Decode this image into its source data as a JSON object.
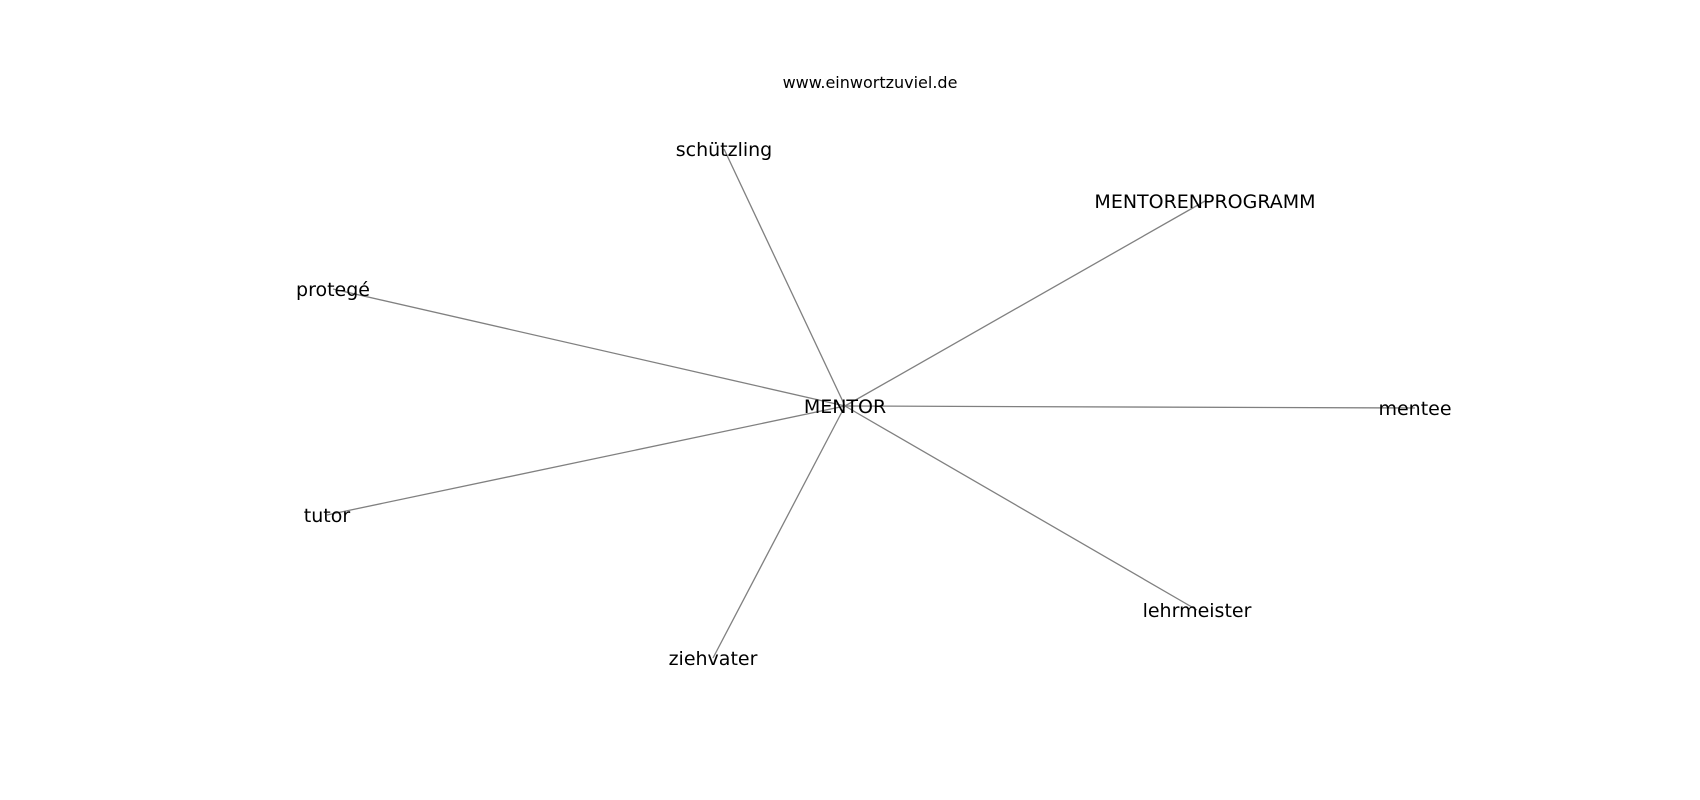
{
  "watermark": "www.einwortzuviel.de",
  "graph": {
    "edge_color": "#808080",
    "center": {
      "id": "mentor",
      "label": "MENTOR"
    },
    "nodes": [
      {
        "id": "schuetzling",
        "label": "schützling"
      },
      {
        "id": "mentorenprogramm",
        "label": "MENTORENPROGRAMM"
      },
      {
        "id": "protege",
        "label": "protegé"
      },
      {
        "id": "mentee",
        "label": "mentee"
      },
      {
        "id": "tutor",
        "label": "tutor"
      },
      {
        "id": "lehrmeister",
        "label": "lehrmeister"
      },
      {
        "id": "ziehvater",
        "label": "ziehvater"
      }
    ],
    "edges": [
      [
        "mentor",
        "schuetzling"
      ],
      [
        "mentor",
        "mentorenprogramm"
      ],
      [
        "mentor",
        "protege"
      ],
      [
        "mentor",
        "mentee"
      ],
      [
        "mentor",
        "tutor"
      ],
      [
        "mentor",
        "lehrmeister"
      ],
      [
        "mentor",
        "ziehvater"
      ]
    ]
  }
}
